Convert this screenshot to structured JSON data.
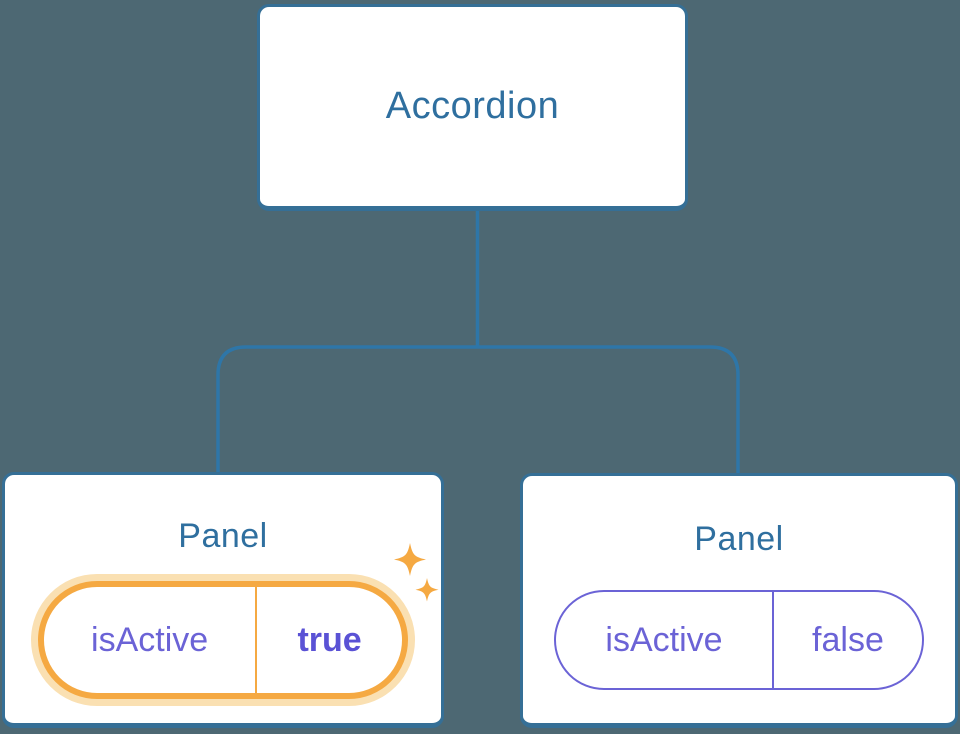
{
  "tree": {
    "root": {
      "label": "Accordion"
    },
    "children": [
      {
        "label": "Panel",
        "state": {
          "name": "isActive",
          "value": "true"
        },
        "highlighted": true
      },
      {
        "label": "Panel",
        "state": {
          "name": "isActive",
          "value": "false"
        },
        "highlighted": false
      }
    ]
  },
  "colors": {
    "background": "#4D6873",
    "node_border": "#356F96",
    "node_text": "#2F6F9F",
    "connector": "#2E76A8",
    "state_text": "#6B63D6",
    "state_value_active": "#5A52D5",
    "highlight_orange": "#F5A942",
    "highlight_halo": "#FAE0B2"
  },
  "icons": {
    "sparkle": "sparkle-icon"
  }
}
